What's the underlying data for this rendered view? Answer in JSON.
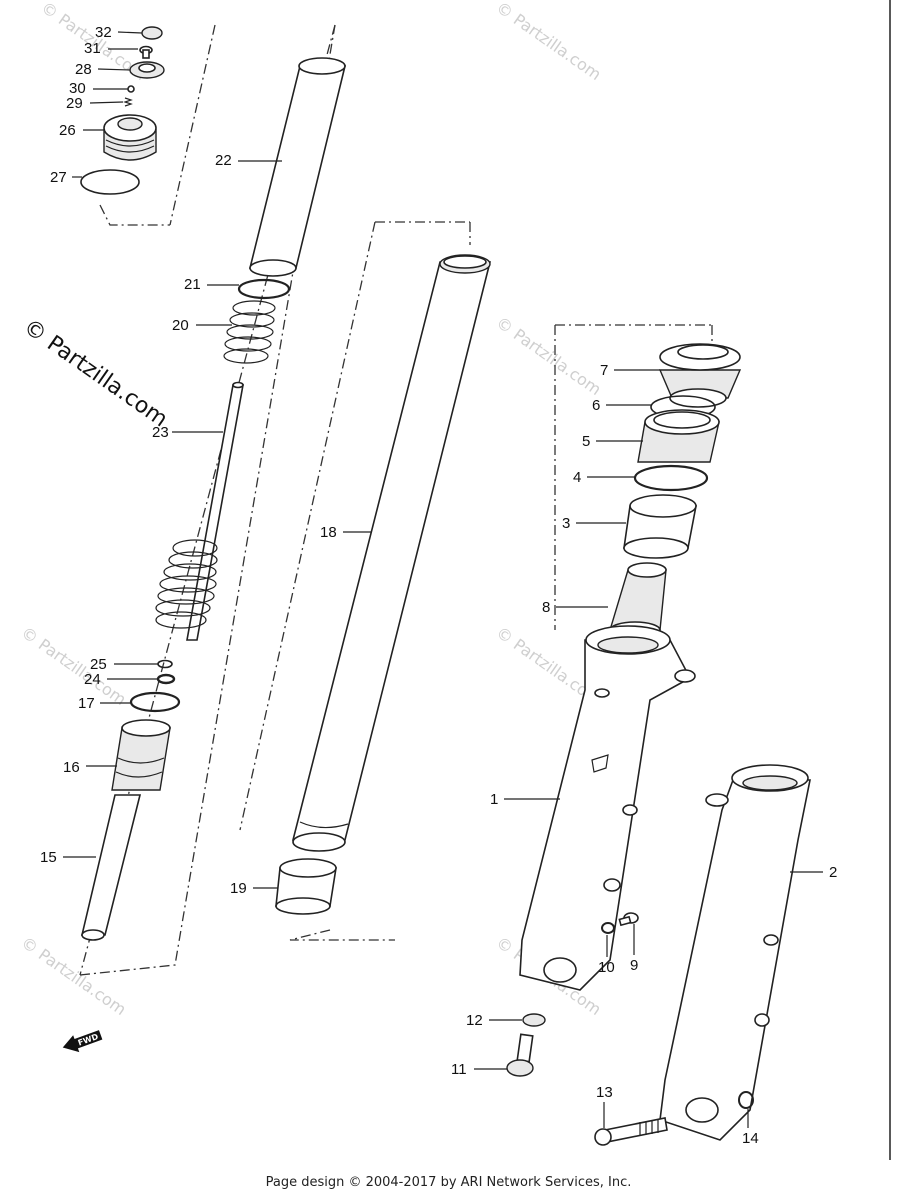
{
  "watermark_main": "© Partzilla.com",
  "watermark_small": "© Partzilla.com",
  "fwd_label": "FWD",
  "footer": "Page design © 2004-2017 by ARI Network Services, Inc.",
  "callouts": {
    "p32": "32",
    "p31": "31",
    "p28": "28",
    "p30": "30",
    "p29": "29",
    "p26": "26",
    "p27": "27",
    "p22": "22",
    "p21": "21",
    "p20": "20",
    "p23": "23",
    "p18": "18",
    "p25": "25",
    "p24": "24",
    "p17": "17",
    "p16": "16",
    "p15": "15",
    "p19": "19",
    "p7": "7",
    "p6": "6",
    "p5": "5",
    "p4": "4",
    "p3": "3",
    "p8": "8",
    "p1": "1",
    "p2": "2",
    "p10": "10",
    "p9": "9",
    "p12": "12",
    "p11": "11",
    "p13": "13",
    "p14": "14"
  }
}
